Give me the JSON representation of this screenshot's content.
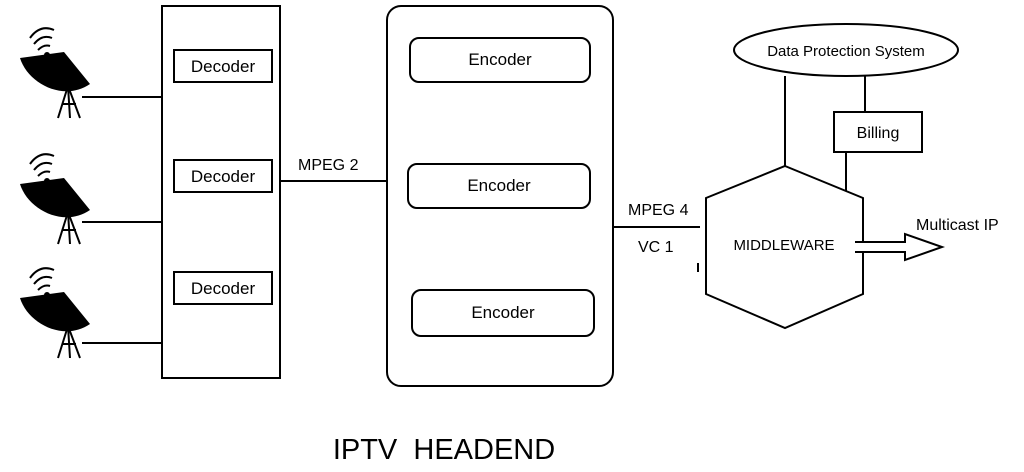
{
  "diagram": {
    "title": "IPTV  HEADEND",
    "decoders": [
      "Decoder",
      "Decoder",
      "Decoder"
    ],
    "encoders": [
      "Encoder",
      "Encoder",
      "Encoder"
    ],
    "link_decoder_encoder": "MPEG 2",
    "link_encoder_middleware_top": "MPEG 4",
    "link_encoder_middleware_bottom": "VC 1",
    "data_protection": "Data Protection System",
    "billing": "Billing",
    "middleware": "MIDDLEWARE",
    "output": "Multicast IP",
    "icons": [
      "satellite-dish-icon",
      "satellite-dish-icon",
      "satellite-dish-icon"
    ]
  }
}
